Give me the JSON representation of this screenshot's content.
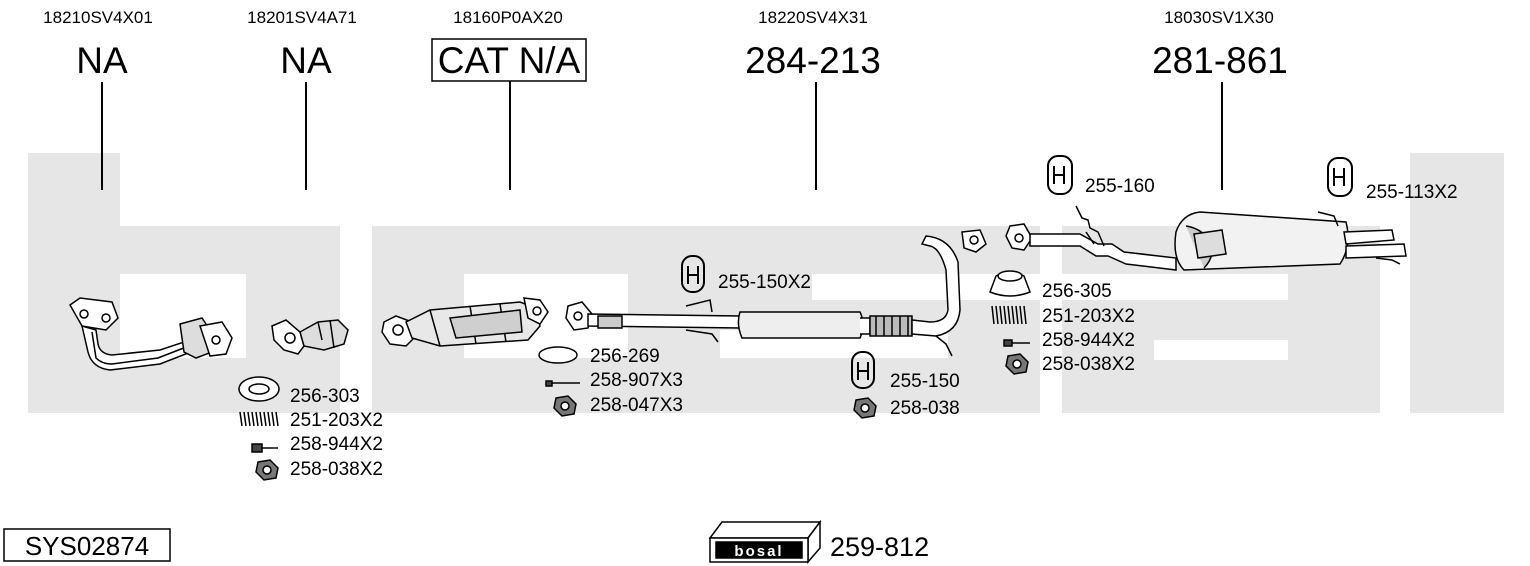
{
  "colors": {
    "watermark": "#e6e6e6",
    "line": "#000000",
    "part_fill": "#ffffff",
    "part_shade": "#c8c8c8"
  },
  "watermark_letters": [
    "b",
    "o",
    "s",
    "a",
    "l"
  ],
  "sections": [
    {
      "oe_number": "18210SV4X01",
      "bosal_number": "NA"
    },
    {
      "oe_number": "18201SV4A71",
      "bosal_number": "NA"
    },
    {
      "oe_number": "18160P0AX20",
      "bosal_number": "CAT N/A"
    },
    {
      "oe_number": "18220SV4X31",
      "bosal_number": "284-213"
    },
    {
      "oe_number": "18030SV1X30",
      "bosal_number": "281-861"
    }
  ],
  "parts": {
    "p_256_303": "256-303",
    "p_251_203_a": "251-203X2",
    "p_258_944_a": "258-944X2",
    "p_258_038_a": "258-038X2",
    "p_256_269": "256-269",
    "p_258_907": "258-907X3",
    "p_258_047": "258-047X3",
    "p_255_150x2": "255-150X2",
    "p_255_150": "255-150",
    "p_258_038": "258-038",
    "p_255_160": "255-160",
    "p_255_113": "255-113X2",
    "p_256_305": "256-305",
    "p_251_203_b": "251-203X2",
    "p_258_944_b": "258-944X2",
    "p_258_038_b": "258-038X2"
  },
  "system_id": "SYS02874",
  "kit": {
    "logo_text": "bosal",
    "number": "259-812"
  }
}
